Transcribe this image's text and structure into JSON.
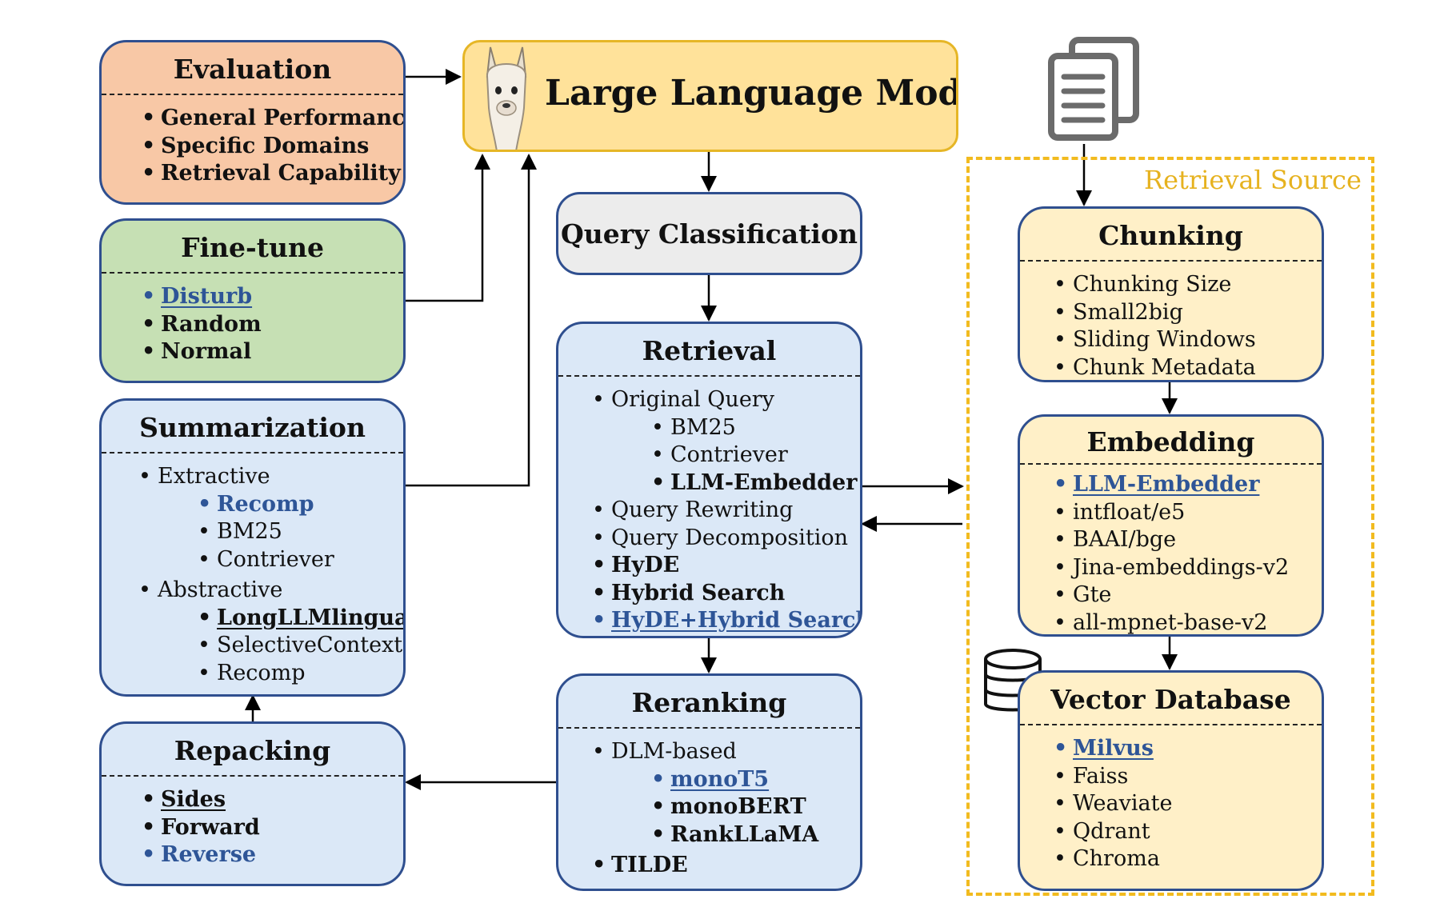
{
  "llm": {
    "title": "Large Language Model",
    "icon": "llama-icon"
  },
  "evaluation": {
    "title": "Evaluation",
    "items": [
      "General Performance",
      "Specific Domains",
      "Retrieval Capability"
    ]
  },
  "finetune": {
    "title": "Fine-tune",
    "items": [
      "Disturb",
      "Random",
      "Normal"
    ]
  },
  "summarization": {
    "title": "Summarization",
    "extractive": "Extractive",
    "extractive_items": [
      "Recomp",
      "BM25",
      "Contriever"
    ],
    "abstractive": "Abstractive",
    "abstractive_items": [
      "LongLLMlingua",
      "SelectiveContext",
      "Recomp"
    ]
  },
  "repacking": {
    "title": "Repacking",
    "items": [
      "Sides",
      "Forward",
      "Reverse"
    ]
  },
  "query_classification": {
    "title": "Query Classification"
  },
  "retrieval": {
    "title": "Retrieval",
    "original_query": "Original Query",
    "original_items": [
      "BM25",
      "Contriever",
      "LLM-Embedder"
    ],
    "items": [
      "Query Rewriting",
      "Query Decomposition",
      "HyDE",
      "Hybrid Search",
      "HyDE+Hybrid Search"
    ]
  },
  "reranking": {
    "title": "Reranking",
    "dlm": "DLM-based",
    "dlm_items": [
      "monoT5",
      "monoBERT",
      "RankLLaMA"
    ],
    "tilde": "TILDE"
  },
  "retrieval_source": {
    "label": "Retrieval Source",
    "icon": "documents-icon"
  },
  "chunking": {
    "title": "Chunking",
    "items": [
      "Chunking Size",
      "Small2big",
      "Sliding Windows",
      "Chunk Metadata"
    ]
  },
  "embedding": {
    "title": "Embedding",
    "items": [
      "LLM-Embedder",
      "intfloat/e5",
      "BAAI/bge",
      "Jina-embeddings-v2",
      "Gte",
      "all-mpnet-base-v2"
    ]
  },
  "vector_db": {
    "title": "Vector Database",
    "icon": "database-icon",
    "items": [
      "Milvus",
      "Faiss",
      "Weaviate",
      "Qdrant",
      "Chroma"
    ]
  },
  "colors": {
    "blue_border": "#2f4f8f",
    "llm_fill": "#ffe29a",
    "source_dash": "#f2bb1f",
    "link_blue": "#2e5597"
  }
}
